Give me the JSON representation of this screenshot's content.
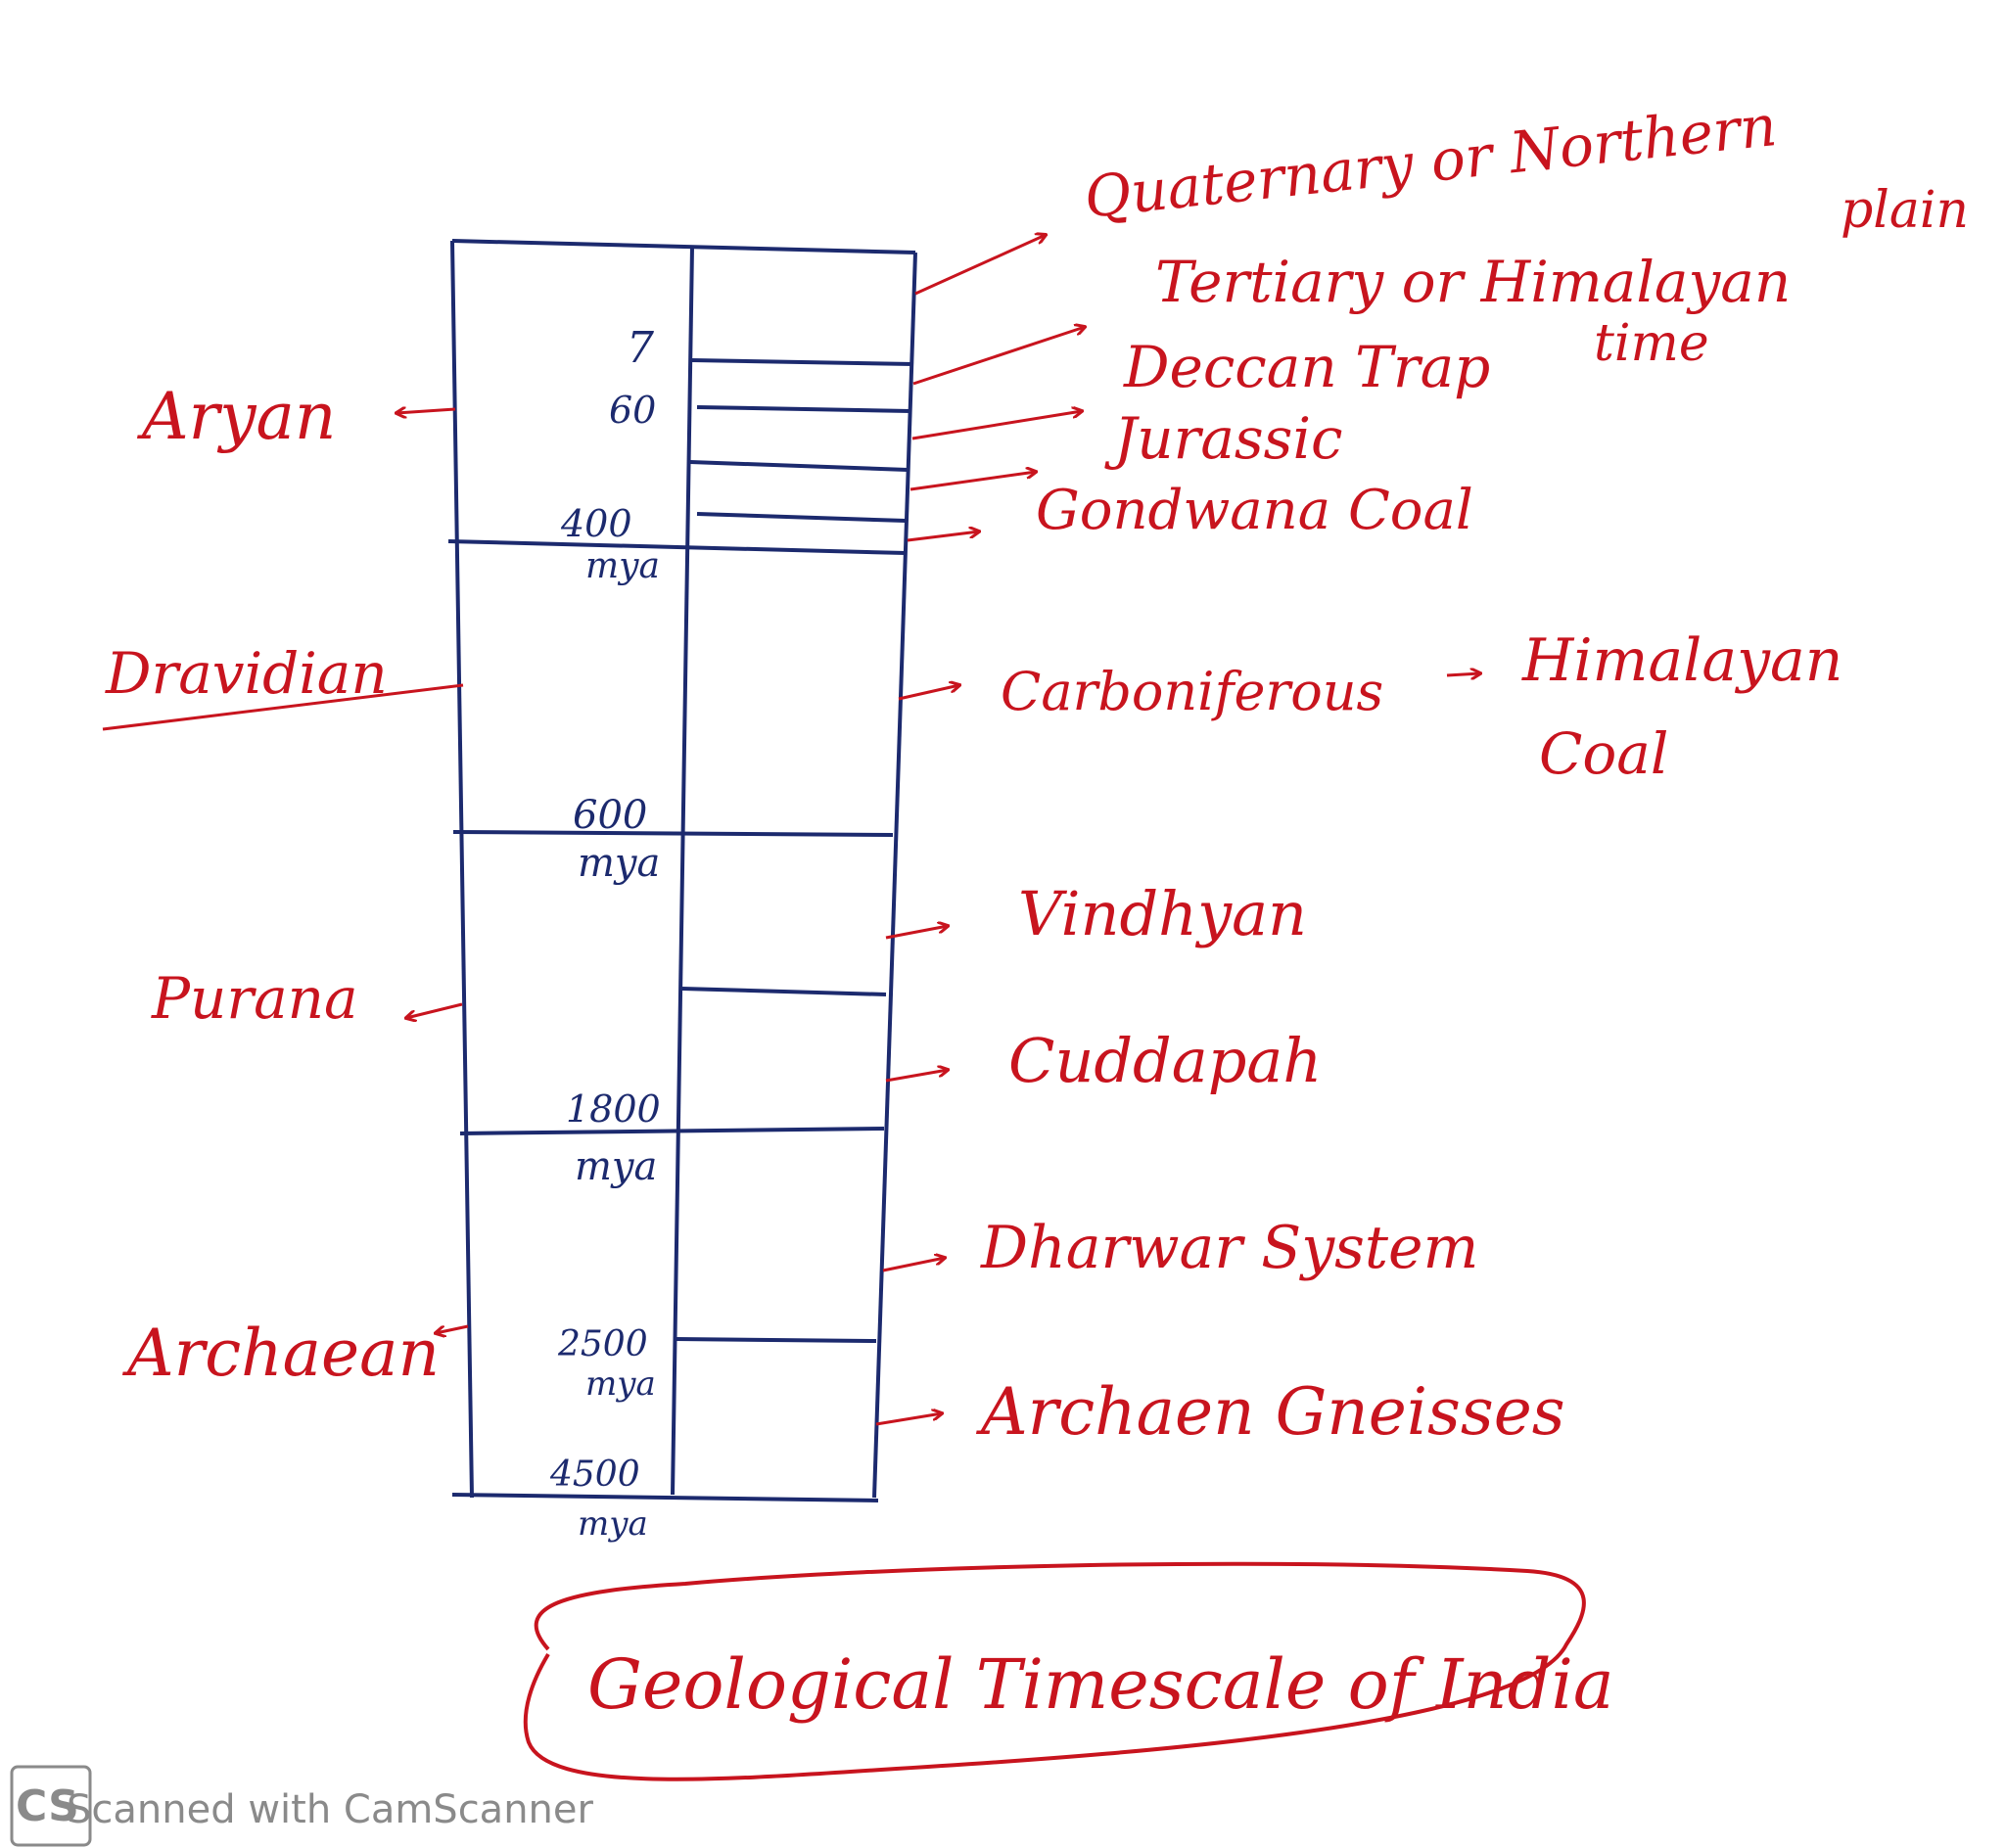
{
  "title": "Geological Timescale of India",
  "colors": {
    "ink_red": "#c8141e",
    "ink_blue": "#1c2a6e",
    "watermark": "#8a8a8a"
  },
  "era_labels": {
    "aryan": "Aryan",
    "dravidian": "Dravidian",
    "purana": "Purana",
    "archaean": "Archaean"
  },
  "age_labels": {
    "a7": "7",
    "a60": "60",
    "a400": "400",
    "a400_unit": "mya",
    "a600": "600",
    "a600_unit": "mya",
    "a1800": "1800",
    "a1800_unit": "mya",
    "a2500": "2500",
    "a2500_unit": "mya",
    "a4500": "4500",
    "a4500_unit": "mya"
  },
  "system_labels": {
    "quaternary_1": "Quaternary or Northern",
    "quaternary_2": "plain",
    "tertiary_1": "Tertiary or Himalayan",
    "tertiary_2": "time",
    "deccan": "Deccan Trap",
    "jurassic": "Jurassic",
    "gondwana": "Gondwana Coal",
    "carboniferous": "Carboniferous",
    "carboniferous_2": "Himalayan",
    "carboniferous_3": "Coal",
    "vindhyan": "Vindhyan",
    "cuddapah": "Cuddapah",
    "dharwar": "Dharwar System",
    "archaean_gneisses": "Archaen Gneisses"
  },
  "watermark": {
    "logo": "CS",
    "text": "Scanned with CamScanner"
  }
}
